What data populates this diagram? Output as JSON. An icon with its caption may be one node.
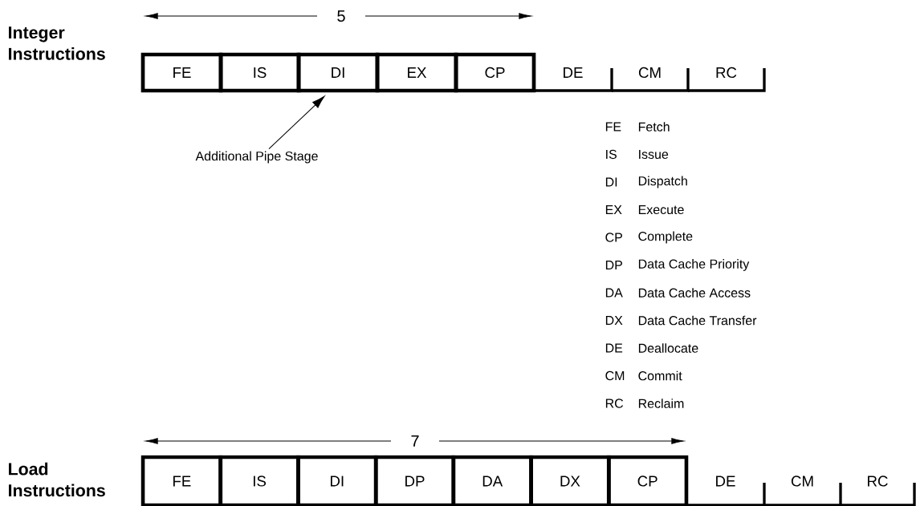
{
  "diagram": {
    "nodes": [
      {
        "text": [
          "FE"
        ]
      },
      {
        "text": [
          "IS"
        ]
      },
      {
        "text": [
          "DI"
        ]
      },
      {
        "text": [
          "EX"
        ]
      },
      {
        "text": [
          "CP"
        ]
      },
      {
        "text": [
          "DE"
        ]
      },
      {
        "text": [
          "CM"
        ]
      },
      {
        "text": [
          "RC"
        ]
      },
      {
        "text": [
          "Additional Pipe Stage"
        ]
      },
      {
        "text": [
          "FE"
        ]
      },
      {
        "text": [
          "IS"
        ]
      },
      {
        "text": [
          "DI"
        ]
      },
      {
        "text": [
          "DP"
        ]
      },
      {
        "text": [
          "DA"
        ]
      },
      {
        "text": [
          "DX"
        ]
      },
      {
        "text": [
          "CP"
        ]
      },
      {
        "text": [
          "DE"
        ]
      },
      {
        "text": [
          "CM"
        ]
      },
      {
        "text": [
          "RC"
        ]
      }
    ],
    "edges": [
      {
        "from": 8,
        "to": 2,
        "arrow": "to"
      }
    ],
    "labels": [
      "5",
      "Integer Instructions",
      "FE",
      "Fetch",
      "IS",
      "Issue",
      "DI",
      "Dispatch",
      "EX",
      "Execute",
      "CP",
      "Complete",
      "DP",
      "Data Cache Priority",
      "DA",
      "Data Cache Access",
      "DX",
      "Data Cache Transfer",
      "DE",
      "Deallocate",
      "CM",
      "Commit",
      "RC",
      "Reclaim",
      "7",
      "Load Instructions"
    ]
  }
}
